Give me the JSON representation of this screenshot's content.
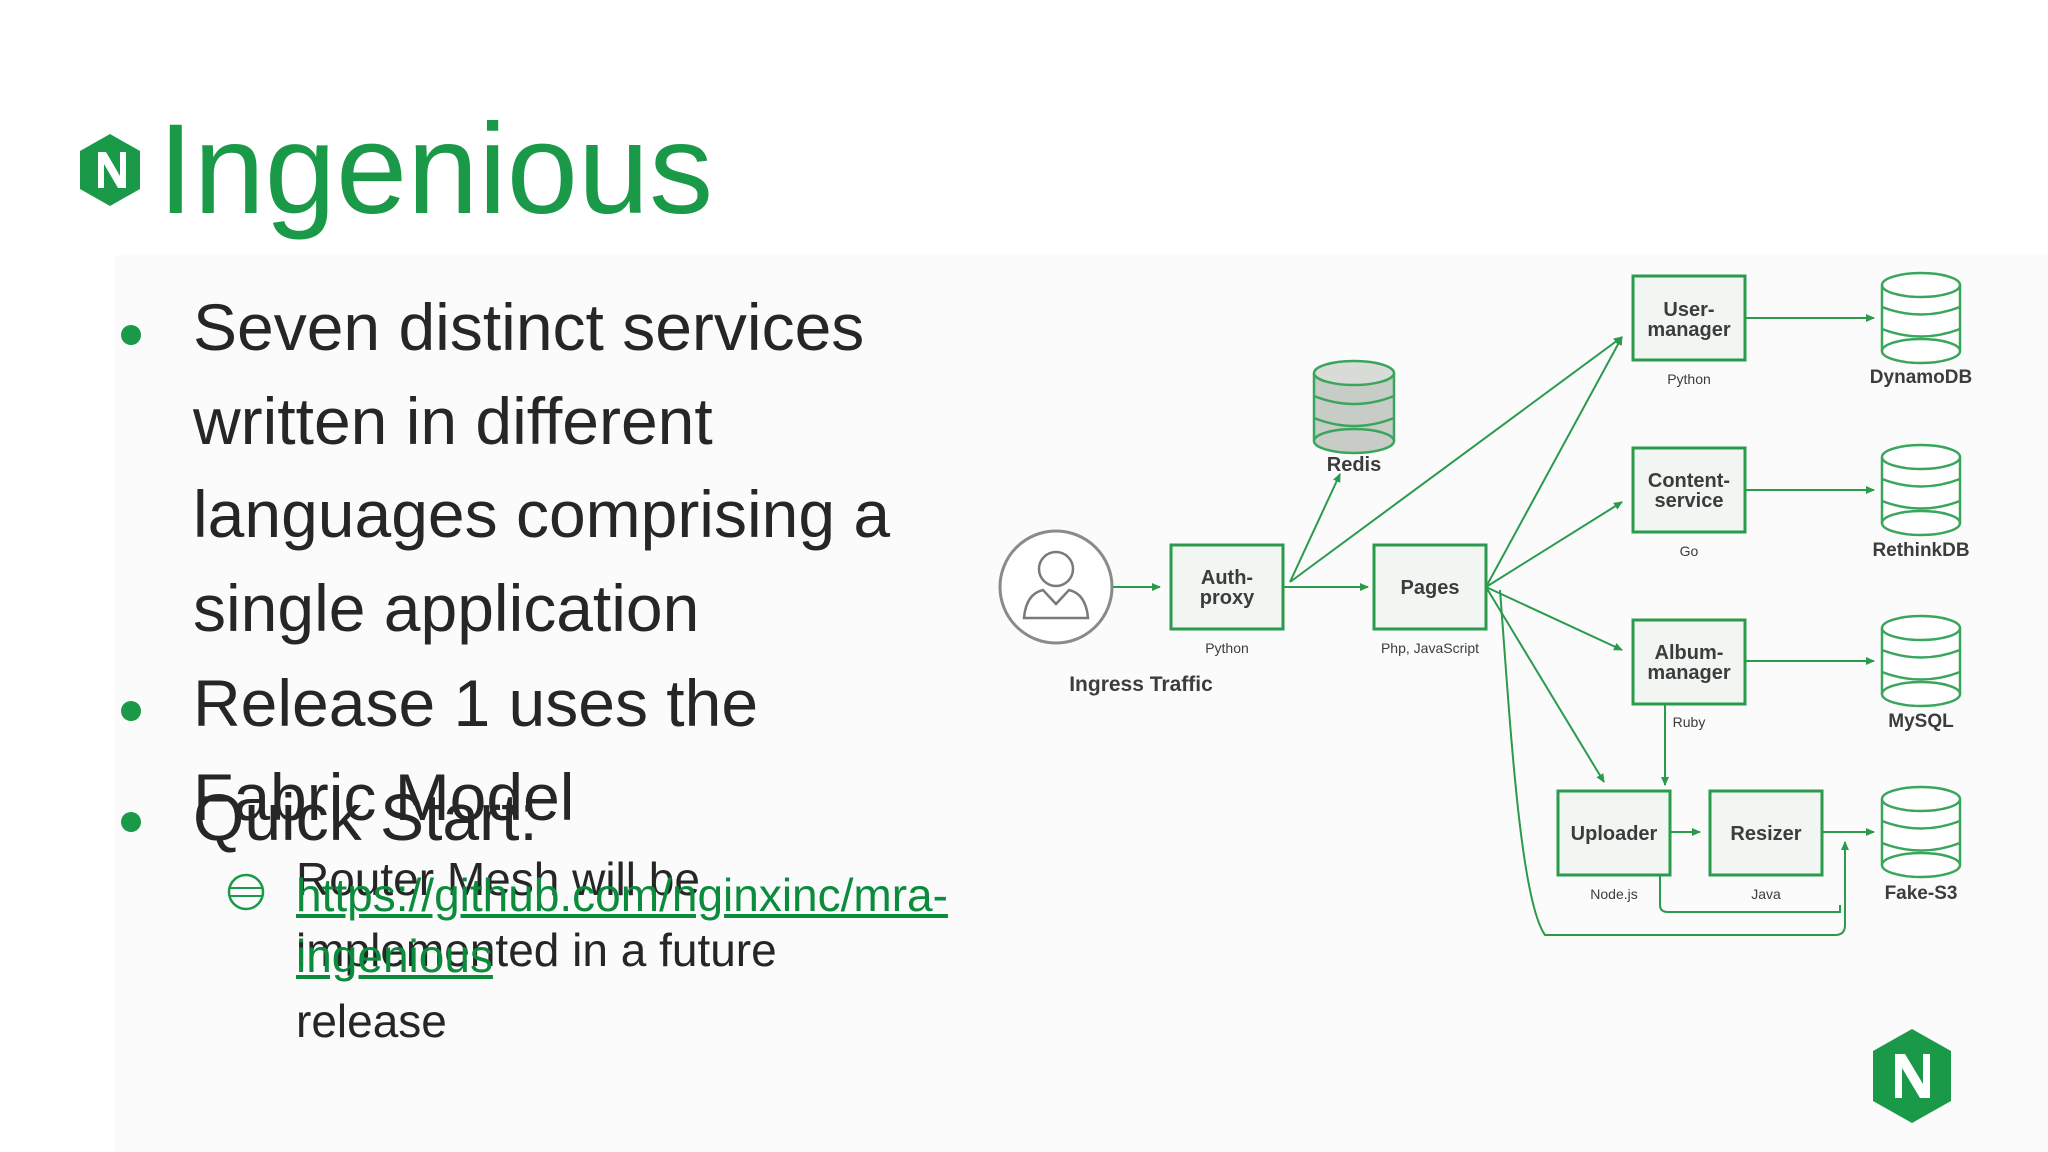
{
  "slide": {
    "title": "Ingenious",
    "brand_color": "#1a9a48",
    "bullets": [
      {
        "lines": [
          "Seven distinct services",
          "written in different",
          "languages comprising a",
          "single application"
        ]
      },
      {
        "lines": [
          "Release 1 uses the",
          "Fabric Model"
        ]
      },
      {
        "lines": [
          "Quick Start:"
        ]
      }
    ],
    "sub_bullet": {
      "lines": [
        "Router Mesh will be",
        "implemented in a future",
        "release"
      ]
    },
    "link": {
      "lines": [
        "https://github.com/nginxinc/mra-",
        "ingenious"
      ]
    }
  },
  "diagram": {
    "nodes": {
      "user_manager": {
        "lines": [
          "User-",
          "manager"
        ],
        "lang": "Python"
      },
      "content_service": {
        "lines": [
          "Content-",
          "service"
        ],
        "lang": "Go"
      },
      "album_manager": {
        "lines": [
          "Album-",
          "manager"
        ],
        "lang": "Ruby"
      },
      "auth_proxy": {
        "lines": [
          "Auth-",
          "proxy"
        ],
        "lang": "Python"
      },
      "pages": {
        "lines": [
          "Pages"
        ],
        "lang": "Php, JavaScript"
      },
      "uploader": {
        "lines": [
          "Uploader"
        ],
        "lang": "Node.js"
      },
      "resizer": {
        "lines": [
          "Resizer"
        ],
        "lang": "Java"
      }
    },
    "databases": {
      "redis": "Redis",
      "dynamodb": "DynamoDB",
      "rethinkdb": "RethinkDB",
      "mysql": "MySQL",
      "fakes3": "Fake-S3"
    },
    "ingress_label": "Ingress Traffic",
    "colors": {
      "box_stroke": "#2a9a4c",
      "box_fill": "#f2f6f2",
      "db_stroke": "#3aa55c",
      "redis_fill": "#c8ccc6",
      "text": "#3c3c3c"
    }
  },
  "icons": {
    "title_logo": "nginx-hexagon-logo",
    "corner_logo": "nginx-hexagon-logo",
    "sub_bullet": "hollow-circle-bullet",
    "ingress": "user-icon"
  }
}
